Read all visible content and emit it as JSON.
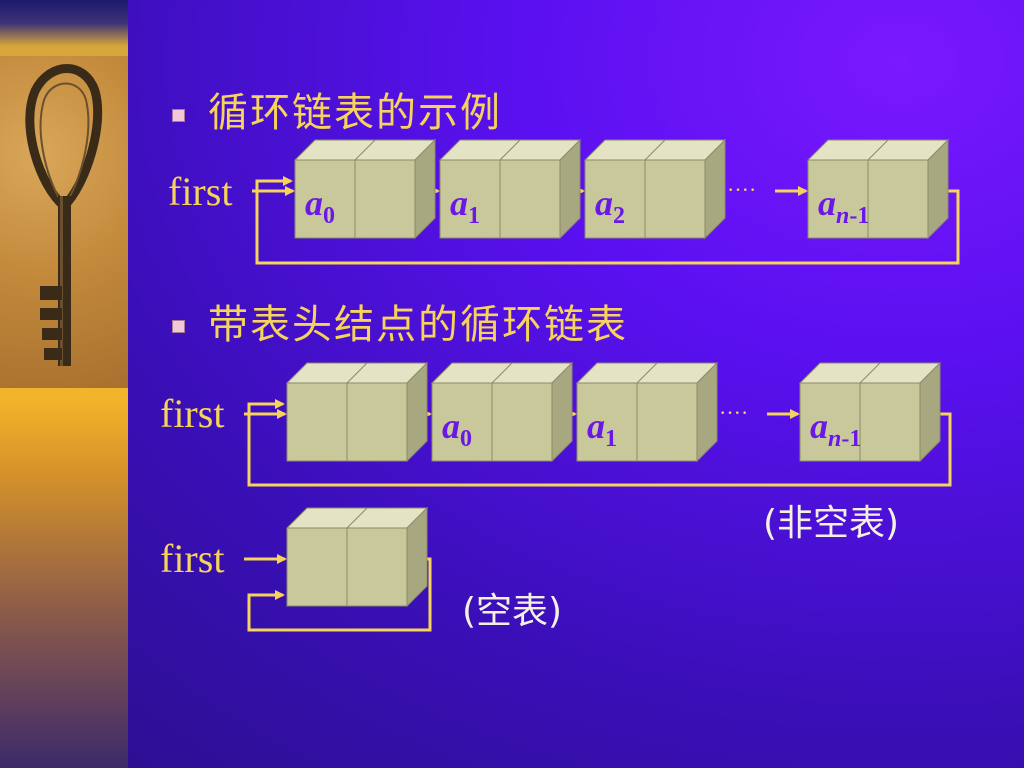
{
  "headings": {
    "first": "循环链表的示例",
    "second": "带表头结点的循环链表"
  },
  "pointer_label": "first",
  "ellipsis": "····",
  "diagram1": {
    "nodes": [
      {
        "base": "a",
        "sub": "0"
      },
      {
        "base": "a",
        "sub": "1"
      },
      {
        "base": "a",
        "sub": "2"
      },
      {
        "base": "a",
        "sub_n": "n",
        "sub": "-1"
      }
    ]
  },
  "diagram2": {
    "nodes": [
      {
        "base": "",
        "sub": ""
      },
      {
        "base": "a",
        "sub": "0"
      },
      {
        "base": "a",
        "sub": "1"
      },
      {
        "base": "a",
        "sub_n": "n",
        "sub": "-1"
      }
    ],
    "caption": "(非空表)"
  },
  "diagram3": {
    "caption": "(空表)"
  },
  "colors": {
    "background": "#5a10f0",
    "accent_yellow": "#f6d35a",
    "node_face": "#c8c89a",
    "node_label": "#6a18e8"
  },
  "icons": [
    "key-photo",
    "bullet-square-icon"
  ]
}
